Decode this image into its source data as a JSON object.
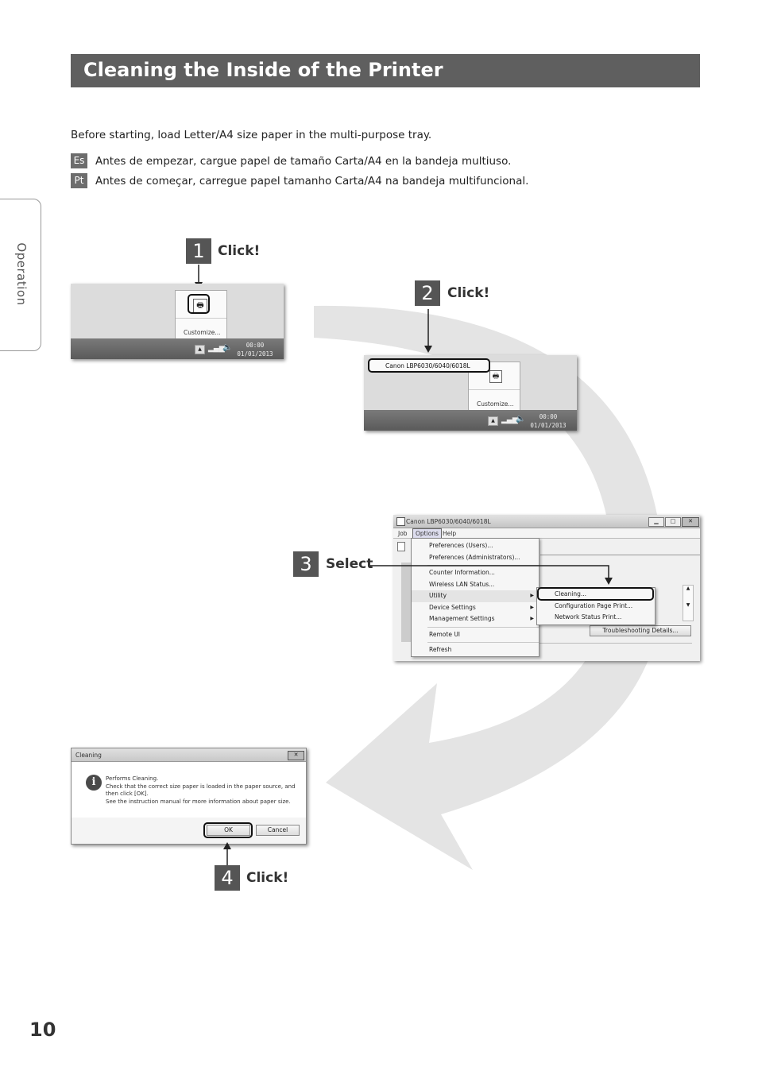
{
  "header": {
    "title": "Cleaning the Inside of the Printer"
  },
  "intro": {
    "en": "Before starting, load Letter/A4 size paper in the multi-purpose tray.",
    "es_tag": "Es",
    "es": "Antes de empezar, cargue papel de tamaño Carta/A4 en la bandeja multiuso.",
    "pt_tag": "Pt",
    "pt": "Antes de começar, carregue papel tamanho Carta/A4 na bandeja multifuncional."
  },
  "side_tab": {
    "label": "Operation"
  },
  "steps": [
    {
      "number": "1",
      "label": "Click!"
    },
    {
      "number": "2",
      "label": "Click!"
    },
    {
      "number": "3",
      "label": "Select"
    },
    {
      "number": "4",
      "label": "Click!"
    }
  ],
  "tray1": {
    "customize": "Customize...",
    "time": "00:00",
    "date": "01/01/2013"
  },
  "tray2": {
    "tooltip": "Canon LBP6030/6040/6018L",
    "customize": "Customize...",
    "time": "00:00",
    "date": "01/01/2013"
  },
  "app_window": {
    "title": "Canon LBP6030/6040/6018L",
    "menubar": [
      "Job",
      "Options",
      "Help"
    ],
    "options_menu": [
      "Preferences (Users)...",
      "Preferences (Administrators)...",
      "Counter Information...",
      "Wireless LAN Status...",
      "Utility",
      "Device Settings",
      "Management Settings",
      "Remote UI",
      "Refresh"
    ],
    "utility_submenu": [
      "Cleaning...",
      "Configuration Page Print...",
      "Network Status Print..."
    ],
    "troubleshooting_button": "Troubleshooting Details..."
  },
  "dialog": {
    "title": "Cleaning",
    "line1": "Performs Cleaning.",
    "line2": "Check that the correct size paper is loaded in the paper source, and",
    "line3": "then click [OK].",
    "line4": "See the instruction manual for more information about paper size.",
    "ok": "OK",
    "cancel": "Cancel"
  },
  "footer": {
    "page_number": "10"
  }
}
